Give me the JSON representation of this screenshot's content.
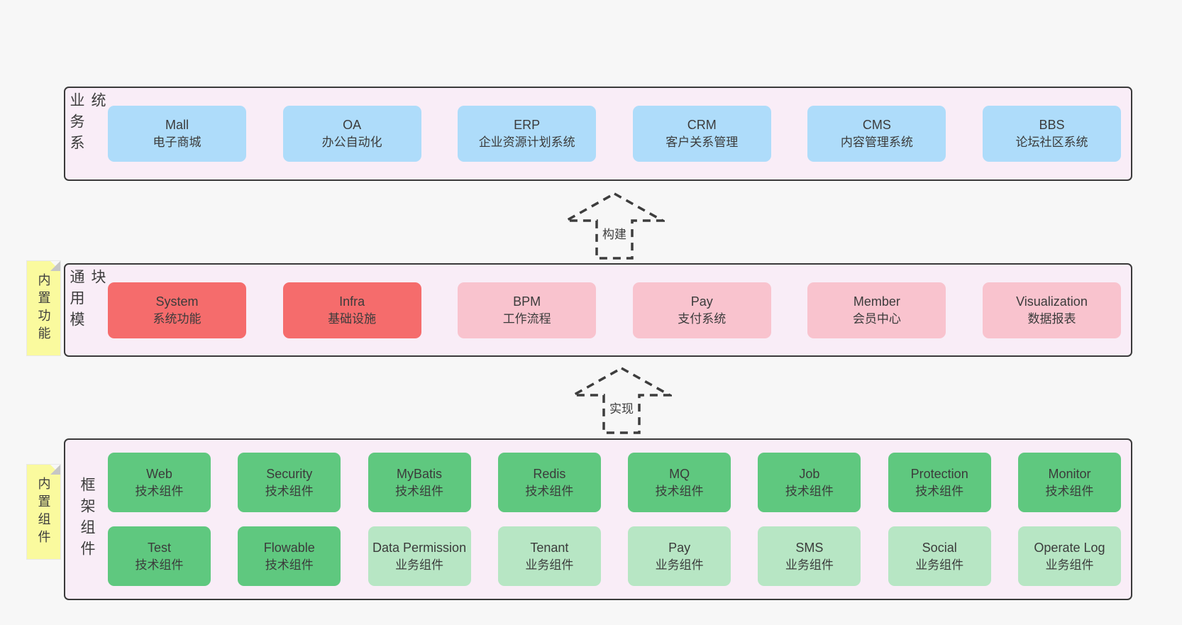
{
  "colors": {
    "page_bg": "#f7f7f7",
    "container_bg": "#f9edf7",
    "container_border": "#3a3a3a",
    "blue_box": "#aedcfa",
    "red_box": "#f56c6c",
    "pink_box": "#f9c3ce",
    "green_box": "#5fc87f",
    "light_green_box": "#b7e6c4",
    "note_bg": "#fafa9e",
    "text": "#3b3b3b"
  },
  "arrows": [
    {
      "label": "构建"
    },
    {
      "label": "实现"
    }
  ],
  "layers": [
    {
      "label": "业务系统",
      "boxes": [
        {
          "title": "Mall",
          "subtitle": "电子商城"
        },
        {
          "title": "OA",
          "subtitle": "办公自动化"
        },
        {
          "title": "ERP",
          "subtitle": "企业资源计划系统"
        },
        {
          "title": "CRM",
          "subtitle": "客户关系管理"
        },
        {
          "title": "CMS",
          "subtitle": "内容管理系统"
        },
        {
          "title": "BBS",
          "subtitle": "论坛社区系统"
        }
      ]
    },
    {
      "label": "通用模块",
      "note": "内置功能",
      "boxes": [
        {
          "title": "System",
          "subtitle": "系统功能"
        },
        {
          "title": "Infra",
          "subtitle": "基础设施"
        },
        {
          "title": "BPM",
          "subtitle": "工作流程"
        },
        {
          "title": "Pay",
          "subtitle": "支付系统"
        },
        {
          "title": "Member",
          "subtitle": "会员中心"
        },
        {
          "title": "Visualization",
          "subtitle": "数据报表"
        }
      ]
    },
    {
      "label": "框架组件",
      "note": "内置组件",
      "rows": [
        [
          {
            "title": "Web",
            "subtitle": "技术组件"
          },
          {
            "title": "Security",
            "subtitle": "技术组件"
          },
          {
            "title": "MyBatis",
            "subtitle": "技术组件"
          },
          {
            "title": "Redis",
            "subtitle": "技术组件"
          },
          {
            "title": "MQ",
            "subtitle": "技术组件"
          },
          {
            "title": "Job",
            "subtitle": "技术组件"
          },
          {
            "title": "Protection",
            "subtitle": "技术组件"
          },
          {
            "title": "Monitor",
            "subtitle": "技术组件"
          }
        ],
        [
          {
            "title": "Test",
            "subtitle": "技术组件"
          },
          {
            "title": "Flowable",
            "subtitle": "技术组件"
          },
          {
            "title": "Data Permission",
            "subtitle": "业务组件"
          },
          {
            "title": "Tenant",
            "subtitle": "业务组件"
          },
          {
            "title": "Pay",
            "subtitle": "业务组件"
          },
          {
            "title": "SMS",
            "subtitle": "业务组件"
          },
          {
            "title": "Social",
            "subtitle": "业务组件"
          },
          {
            "title": "Operate Log",
            "subtitle": "业务组件"
          }
        ]
      ]
    }
  ]
}
